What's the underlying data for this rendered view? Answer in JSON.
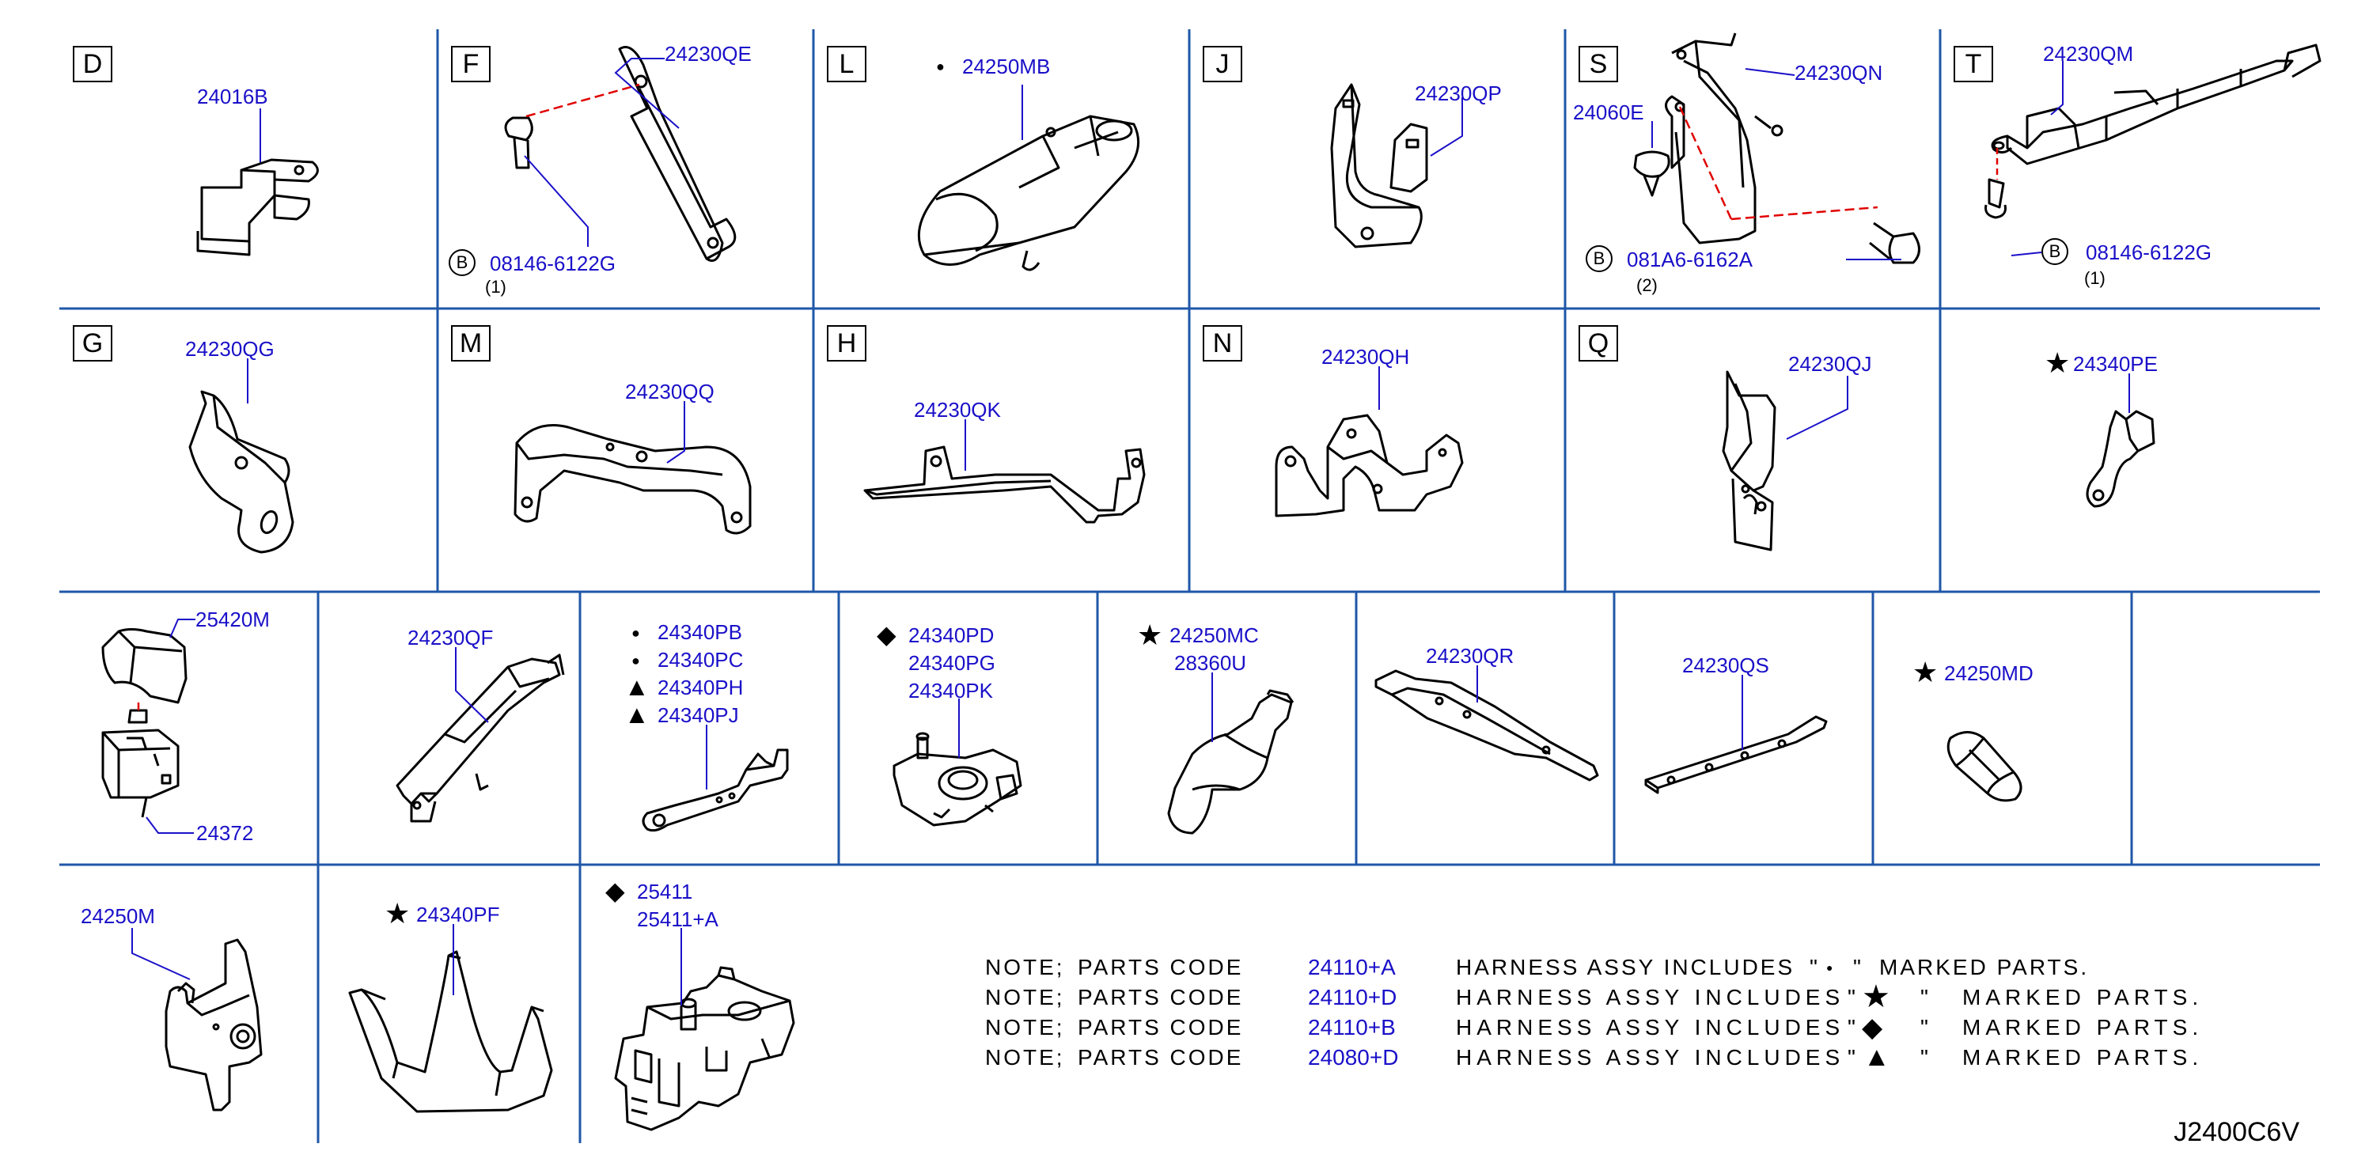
{
  "colors": {
    "grid": "#1f57a8",
    "part_number": "#1a10c8",
    "line": "#000000",
    "leader": "#1a10c8",
    "dash": "#e00000"
  },
  "cells": {
    "D": {
      "letter": "D",
      "parts": [
        "24016B"
      ]
    },
    "F": {
      "letter": "F",
      "parts": [
        "24230QE",
        "08146-6122G"
      ],
      "b_label": "B",
      "qty": "(1)"
    },
    "L": {
      "letter": "L",
      "parts": [
        "24250MB"
      ],
      "mark": "dot"
    },
    "J": {
      "letter": "J",
      "parts": [
        "24230QP"
      ]
    },
    "S": {
      "letter": "S",
      "parts": [
        "24230QN",
        "24060E",
        "081A6-6162A"
      ],
      "b_label": "B",
      "qty": "(2)"
    },
    "T": {
      "letter": "T",
      "parts": [
        "24230QM",
        "08146-6122G"
      ],
      "b_label": "B",
      "qty": "(1)"
    },
    "G": {
      "letter": "G",
      "parts": [
        "24230QG"
      ]
    },
    "M": {
      "letter": "M",
      "parts": [
        "24230QQ"
      ]
    },
    "H": {
      "letter": "H",
      "parts": [
        "24230QK"
      ]
    },
    "N": {
      "letter": "N",
      "parts": [
        "24230QH"
      ]
    },
    "Q": {
      "letter": "Q",
      "parts": [
        "24230QJ"
      ]
    },
    "PE": {
      "parts": [
        "24340PE"
      ],
      "mark": "star"
    },
    "R3C1": {
      "parts": [
        "25420M",
        "24372"
      ]
    },
    "R3C2": {
      "parts": [
        "24230QF"
      ]
    },
    "R3C3": {
      "parts": [
        "24340PB",
        "24340PC",
        "24340PH",
        "24340PJ"
      ],
      "marks": [
        "dot",
        "dot",
        "triangle",
        "triangle"
      ]
    },
    "R3C4": {
      "parts": [
        "24340PD",
        "24340PG",
        "24340PK"
      ],
      "mark": "diamond"
    },
    "R3C5": {
      "parts": [
        "24250MC",
        "28360U"
      ],
      "mark": "star"
    },
    "R3C6": {
      "parts": [
        "24230QR"
      ]
    },
    "R3C7": {
      "parts": [
        "24230QS"
      ]
    },
    "R3C8": {
      "parts": [
        "24250MD"
      ],
      "mark": "star"
    },
    "R4C1": {
      "parts": [
        "24250M"
      ]
    },
    "R4C2": {
      "parts": [
        "24340PF"
      ],
      "mark": "star"
    },
    "R4C3": {
      "parts": [
        "25411",
        "25411+A"
      ],
      "mark": "diamond"
    }
  },
  "notes": [
    {
      "prefix": "NOTE;",
      "label": "PARTS  CODE",
      "code": "24110+A",
      "text1": "HARNESS  ASSY  INCLUDES",
      "mark": "dot",
      "text2": "MARKED  PARTS."
    },
    {
      "prefix": "NOTE;",
      "label": "PARTS  CODE",
      "code": "24110+D",
      "text1": "HARNESS  ASSY  INCLUDES",
      "mark": "star",
      "text2": "MARKED  PARTS."
    },
    {
      "prefix": "NOTE;",
      "label": "PARTS  CODE",
      "code": "24110+B",
      "text1": "HARNESS  ASSY  INCLUDES",
      "mark": "diamond",
      "text2": "MARKED  PARTS."
    },
    {
      "prefix": "NOTE;",
      "label": "PARTS  CODE",
      "code": "24080+D",
      "text1": "HARNESS  ASSY  INCLUDES",
      "mark": "triangle",
      "text2": "MARKED  PARTS."
    }
  ],
  "marks": {
    "dot": "●",
    "star": "★",
    "diamond": "◆",
    "triangle": "▲",
    "quote": "\""
  },
  "reference": "J2400C6V"
}
